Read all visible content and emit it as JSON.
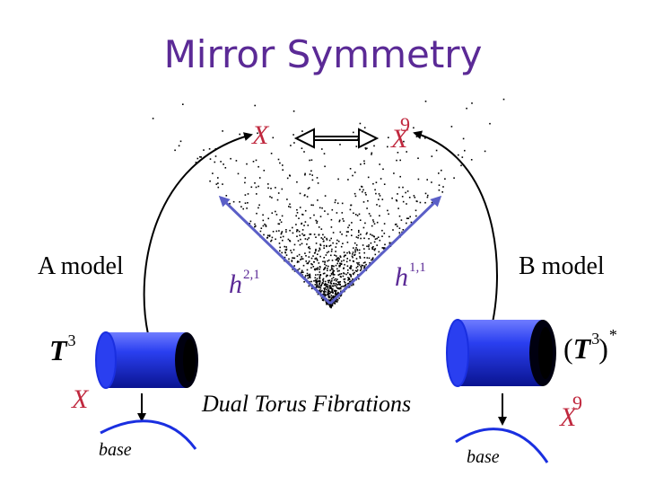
{
  "title": "Mirror Symmetry",
  "labels": {
    "a_model": "A model",
    "b_model": "B model",
    "x_top": "X",
    "x_prime_top_script": "9",
    "x_prime_top_letter": "X",
    "h_left_base": "h",
    "h_left_sup": "2,1",
    "h_right_base": "h",
    "h_right_sup": "1,1",
    "t3_left_base": "T",
    "t3_left_sup": "3",
    "t3_right_open": "(",
    "t3_right_base": "T",
    "t3_right_sup": "3",
    "t3_right_close": ")",
    "t3_right_star": "*",
    "x_bottom_left": "X",
    "x_prime_bottom_script": "9",
    "x_prime_bottom_letter": "X",
    "caption": "Dual Torus Fibrations",
    "base_left": "base",
    "base_right": "base"
  },
  "colors": {
    "title": "#5b2a96",
    "red_text": "#c0283e",
    "blue_arrow": "#5b5fc7",
    "cylinder": "#1a2fe0",
    "dots": "#000000"
  },
  "icons": {
    "double_arrow": "double-headed-arrow-icon",
    "left_curve_arrow": "curved-arrow-icon",
    "right_curve_arrow": "curved-arrow-icon"
  }
}
